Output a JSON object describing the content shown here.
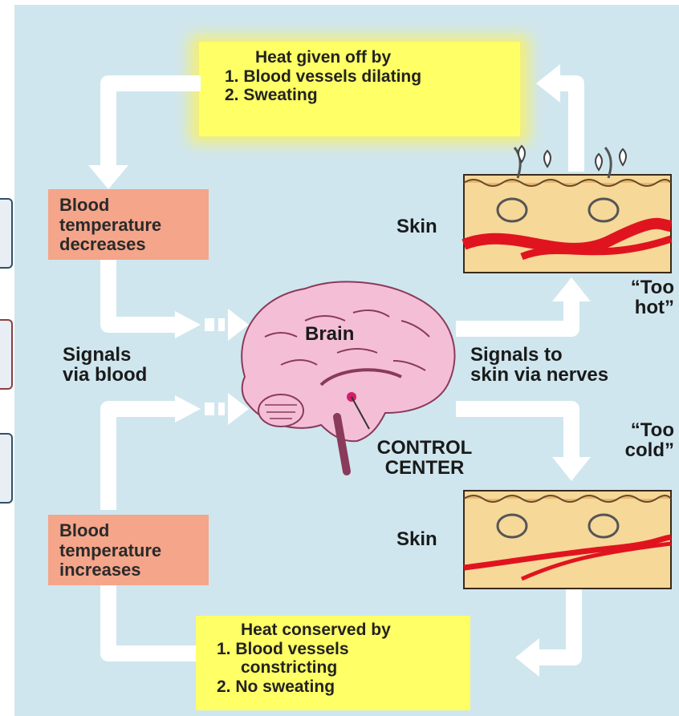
{
  "colors": {
    "background": "#cfe6ee",
    "arrow": "#ffffff",
    "heat_box_glow": "#f7f07a",
    "heat_box": "#ffff66",
    "temperature_box": "#f4a58a",
    "brain": "#f4bfd6",
    "skin": "#f7dba3",
    "vessel": "#e0141f"
  },
  "heat_given_off": {
    "title": "Heat given off by",
    "items": [
      "1. Blood vessels dilating",
      "2. Sweating"
    ]
  },
  "heat_conserved": {
    "title": "Heat conserved by",
    "item1_line1": "1. Blood vessels",
    "item1_line2": "constricting",
    "item2": "2. No sweating"
  },
  "temp_decreases": [
    "Blood",
    "temperature",
    "decreases"
  ],
  "temp_increases": [
    "Blood",
    "temperature",
    "increases"
  ],
  "skin_top_label": "Skin",
  "skin_bottom_label": "Skin",
  "too_hot": [
    "“Too",
    "hot”"
  ],
  "too_cold": [
    "“Too",
    "cold”"
  ],
  "brain_label": "Brain",
  "control_center": [
    "CONTROL",
    "CENTER"
  ],
  "signals_blood": [
    "Signals",
    "via blood"
  ],
  "signals_nerves": [
    "Signals to",
    "skin via nerves"
  ],
  "icons": [
    "brain-icon",
    "skin-cross-section-icon",
    "sweat-drop-icon",
    "arrow-icon"
  ]
}
